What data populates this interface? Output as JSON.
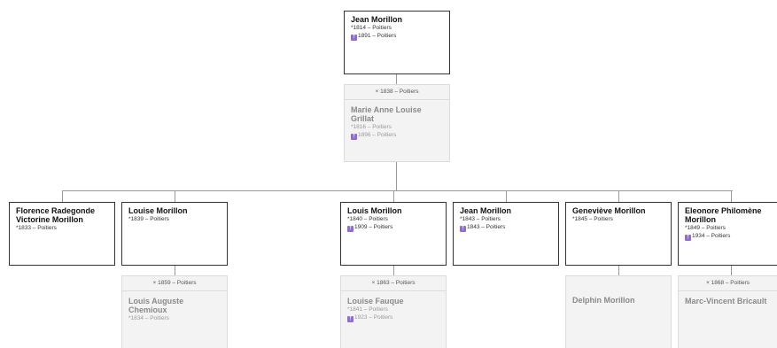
{
  "root": {
    "name": "Jean Morillon",
    "birth": "*1814 – Poitiers",
    "death": "1891 – Poitiers"
  },
  "root_spouse": {
    "marriage": "× 1838 – Poitiers",
    "name": "Marie Anne Louise Grillat",
    "birth": "*1816 – Poitiers",
    "death": "1896 – Poitiers"
  },
  "children": [
    {
      "name": "Florence Radegonde Victorine Morillon",
      "birth": "*1833 – Poitiers",
      "death": ""
    },
    {
      "name": "Louise Morillon",
      "birth": "*1839 – Poitiers",
      "death": ""
    },
    {
      "name": "Louis Morillon",
      "birth": "*1840 – Poitiers",
      "death": "1909 – Poitiers"
    },
    {
      "name": "Jean Morillon",
      "birth": "*1843 – Poitiers",
      "death": "1843 – Poitiers"
    },
    {
      "name": "Geneviève Morillon",
      "birth": "*1845 – Poitiers",
      "death": ""
    },
    {
      "name": "Eleonore Philomène Morillon",
      "birth": "*1849 – Poitiers",
      "death": "1934 – Poitiers"
    }
  ],
  "child_spouses": [
    {
      "marriage": "× 1859 – Poitiers",
      "name": "Louis Auguste Chemioux",
      "birth": "*1834 – Poitiers",
      "death": ""
    },
    {
      "marriage": "× 1863 – Poitiers",
      "name": "Louise Fauque",
      "birth": "*1841 – Poitiers",
      "death": "1923 – Poitiers"
    },
    {
      "marriage": "",
      "name": "Delphin Morillon",
      "birth": "",
      "death": ""
    },
    {
      "marriage": "× 1868 – Poitiers",
      "name": "Marc-Vincent Bricault",
      "birth": "",
      "death": ""
    }
  ],
  "colors": {
    "death_icon": "#8e6bd6",
    "card_border": "#333333",
    "spouse_bg": "#f3f3f3"
  },
  "icons": {
    "death": "death-icon"
  }
}
